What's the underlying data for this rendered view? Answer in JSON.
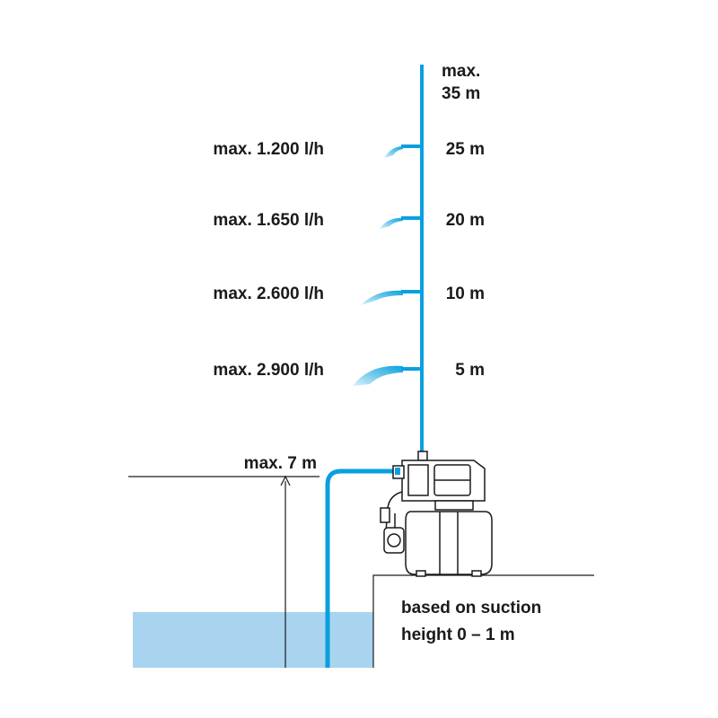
{
  "max_height": {
    "line1": "max.",
    "line2": "35 m"
  },
  "outlets": [
    {
      "flow": "max. 1.200 l/h",
      "height": "25 m"
    },
    {
      "flow": "max. 1.650 l/h",
      "height": "20 m"
    },
    {
      "flow": "max. 2.600 l/h",
      "height": "10 m"
    },
    {
      "flow": "max. 2.900 l/h",
      "height": "5 m"
    }
  ],
  "suction": {
    "max_label": "max. 7 m"
  },
  "note": {
    "line1": "based on suction",
    "line2": "height 0 – 1 m"
  },
  "colors": {
    "pipe": "#0aa0de",
    "water": "#a8d4ef",
    "line": "#1a1a1a"
  }
}
